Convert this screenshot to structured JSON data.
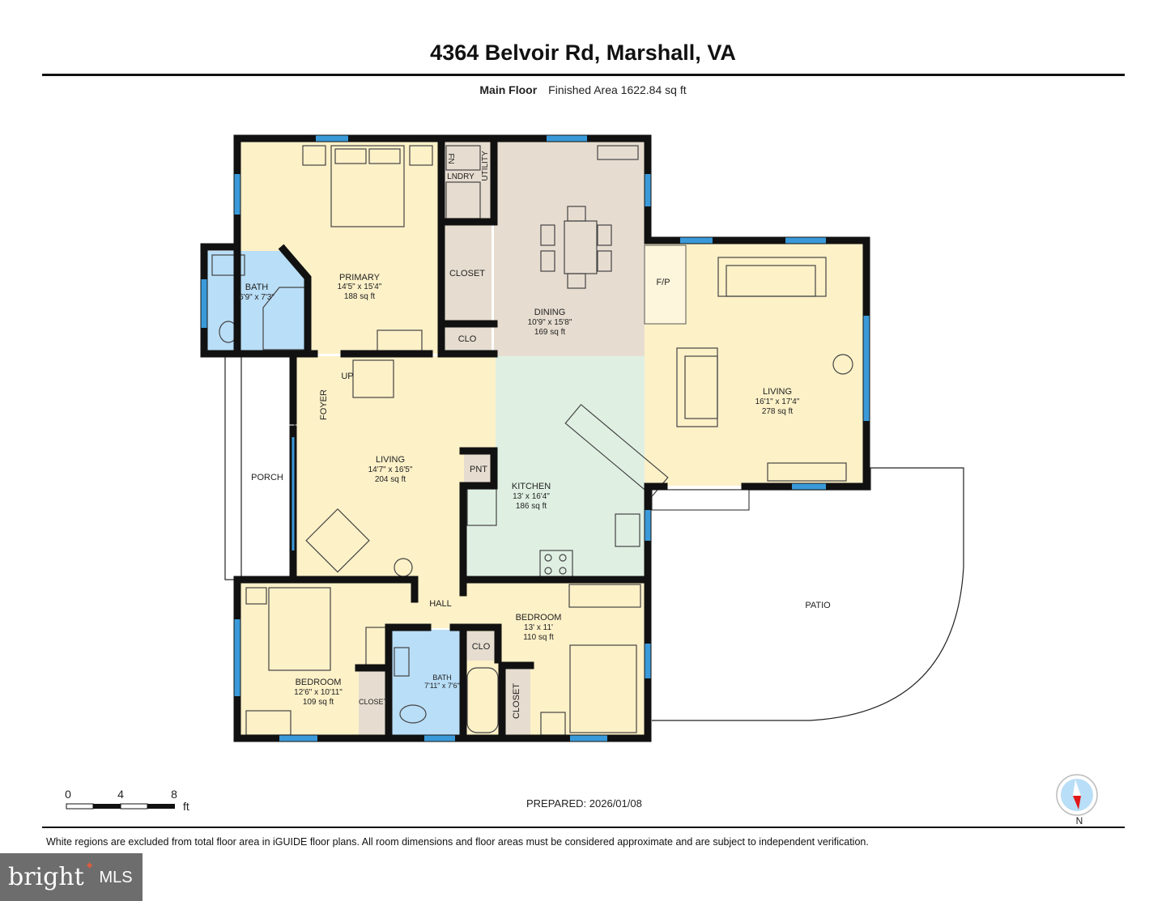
{
  "header": {
    "title": "4364 Belvoir Rd, Marshall, VA",
    "floor_name": "Main Floor",
    "finished_area": "Finished Area 1622.84 sq ft"
  },
  "rooms": {
    "primary": {
      "name": "PRIMARY",
      "dims": "14'5\" x 15'4\"",
      "area": "188 sq ft"
    },
    "primary_bath": {
      "name": "BATH",
      "dims": "6'9\" x 7'3\""
    },
    "laundry": {
      "name": "LNDRY"
    },
    "utility": {
      "name": "UTILITY"
    },
    "furnace": {
      "name": "FN"
    },
    "closet_primary": {
      "name": "CLOSET"
    },
    "clo_primary": {
      "name": "CLO"
    },
    "dining": {
      "name": "DINING",
      "dims": "10'9\" x 15'8\"",
      "area": "169 sq ft"
    },
    "fireplace": {
      "name": "F/P"
    },
    "living_right": {
      "name": "LIVING",
      "dims": "16'1\" x 17'4\"",
      "area": "278 sq ft"
    },
    "stairs": {
      "name": "UP"
    },
    "foyer": {
      "name": "FOYER"
    },
    "living_left": {
      "name": "LIVING",
      "dims": "14'7\" x 16'5\"",
      "area": "204 sq ft"
    },
    "porch": {
      "name": "PORCH"
    },
    "pantry": {
      "name": "PNT"
    },
    "kitchen": {
      "name": "KITCHEN",
      "dims": "13' x 16'4\"",
      "area": "186 sq ft"
    },
    "patio": {
      "name": "PATIO"
    },
    "hall": {
      "name": "HALL"
    },
    "bedroom_left": {
      "name": "BEDROOM",
      "dims": "12'6\" x 10'11\"",
      "area": "109 sq ft"
    },
    "closet_left": {
      "name": "CLOSET"
    },
    "bath2": {
      "name": "BATH",
      "dims": "7'11\" x 7'6\""
    },
    "clo_bath2": {
      "name": "CLO"
    },
    "closet_right": {
      "name": "CLOSET"
    },
    "bedroom_right": {
      "name": "BEDROOM",
      "dims": "13' x 11'",
      "area": "110 sq ft"
    }
  },
  "scale": {
    "ticks": [
      "0",
      "4",
      "8"
    ],
    "unit": "ft"
  },
  "prepared": "PREPARED: 2026/01/08",
  "compass": {
    "label": "N",
    "icon": "compass-icon"
  },
  "disclaimer": "White regions are excluded from total floor area in iGUIDE floor plans. All room dimensions and floor areas must be considered approximate and are subject to independent verification.",
  "logo": {
    "text": "bright MLS"
  },
  "colors": {
    "bedroom": "#fdf1c8",
    "bath": "#b9def7",
    "utility": "#e6ddd0",
    "kitchen": "#dff0e3",
    "wall": "#111111",
    "window": "#3a9ad9"
  }
}
